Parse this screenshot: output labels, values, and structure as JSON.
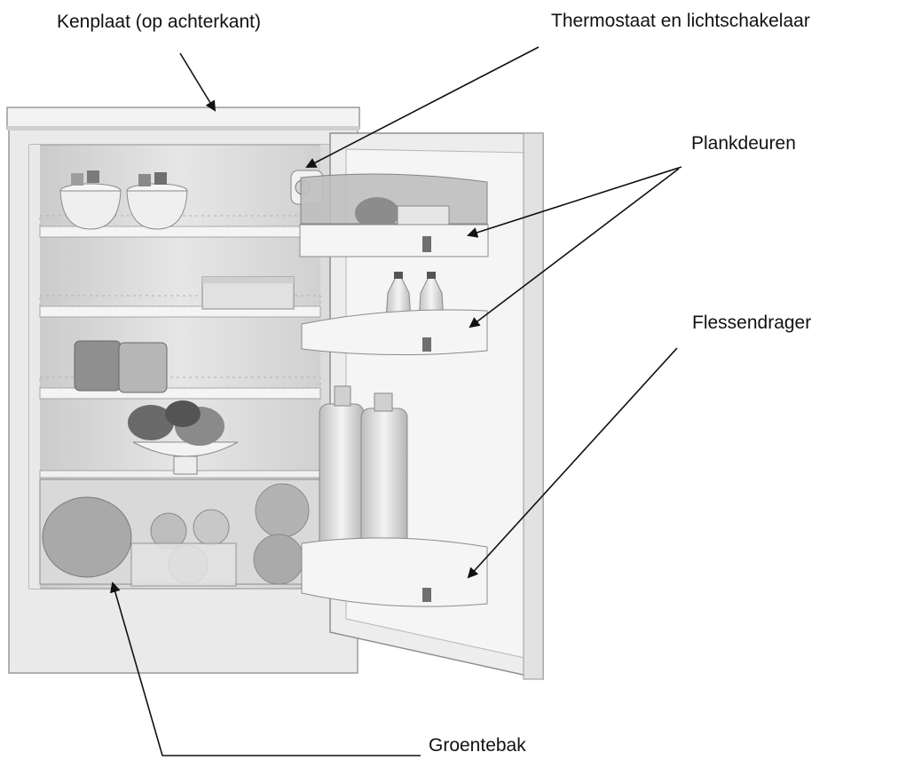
{
  "labels": {
    "kenplaat": "Kenplaat (op achterkant)",
    "thermostaat": "Thermostaat en lichtschakelaar",
    "plankdeuren": "Plankdeuren",
    "flessendrager": "Flessendrager",
    "groentebak": "Groentebak"
  },
  "colors": {
    "cabinet": "#ececec",
    "interior": "#d7d7d7",
    "shelf": "#f2f2f2",
    "door": "#efefef",
    "leader": "#111111"
  }
}
